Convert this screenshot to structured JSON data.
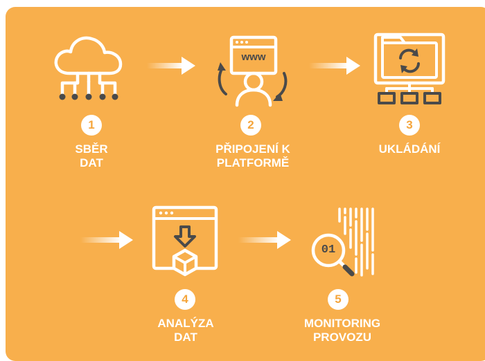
{
  "colors": {
    "background": "#F8AF4C",
    "foreground": "#FFFFFF",
    "icon_stroke": "#FFFFFF",
    "icon_dark": "#4A4A4A",
    "badge_text": "#F5A53B"
  },
  "steps": [
    {
      "number": "1",
      "label": "SBĚR\nDAT",
      "icon": "cloud-network-icon"
    },
    {
      "number": "2",
      "label": "PŘIPOJENÍ K\nPLATFORMĚ",
      "icon": "www-user-sync-icon"
    },
    {
      "number": "3",
      "label": "UKLÁDÁNÍ",
      "icon": "folder-sync-hierarchy-icon"
    },
    {
      "number": "4",
      "label": "ANALÝZA\nDAT",
      "icon": "browser-download-box-icon"
    },
    {
      "number": "5",
      "label": "MONITORING\nPROVOZU",
      "icon": "magnifier-binary-icon"
    }
  ],
  "www_text": "www",
  "binary_text": "01"
}
